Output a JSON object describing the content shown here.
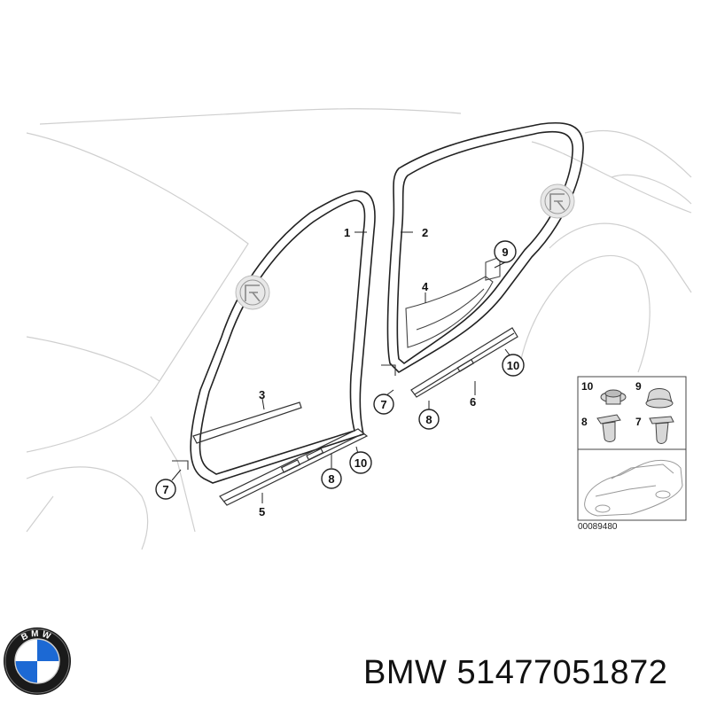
{
  "diagram": {
    "callouts_circled": [
      {
        "id": "c7a",
        "label": "7"
      },
      {
        "id": "c8a",
        "label": "8"
      },
      {
        "id": "c10a",
        "label": "10"
      },
      {
        "id": "c7b",
        "label": "7"
      },
      {
        "id": "c8b",
        "label": "8"
      },
      {
        "id": "c10b",
        "label": "10"
      },
      {
        "id": "c9",
        "label": "9"
      }
    ],
    "callouts_plain": [
      {
        "id": "p1",
        "label": "1"
      },
      {
        "id": "p2",
        "label": "2"
      },
      {
        "id": "p3",
        "label": "3"
      },
      {
        "id": "p4",
        "label": "4"
      },
      {
        "id": "p5",
        "label": "5"
      },
      {
        "id": "p6",
        "label": "6"
      }
    ],
    "inset": {
      "labels": [
        "10",
        "9",
        "8",
        "7"
      ],
      "diagram_id": "00089480"
    }
  },
  "footer": {
    "brand": "BMW",
    "part_number": "51477051872",
    "logo_letters": "BMW"
  },
  "colors": {
    "line_light": "#c8c8c8",
    "line_dark": "#222222",
    "badge_blue": "#1c69d4",
    "badge_ring": "#1a1a1a"
  }
}
